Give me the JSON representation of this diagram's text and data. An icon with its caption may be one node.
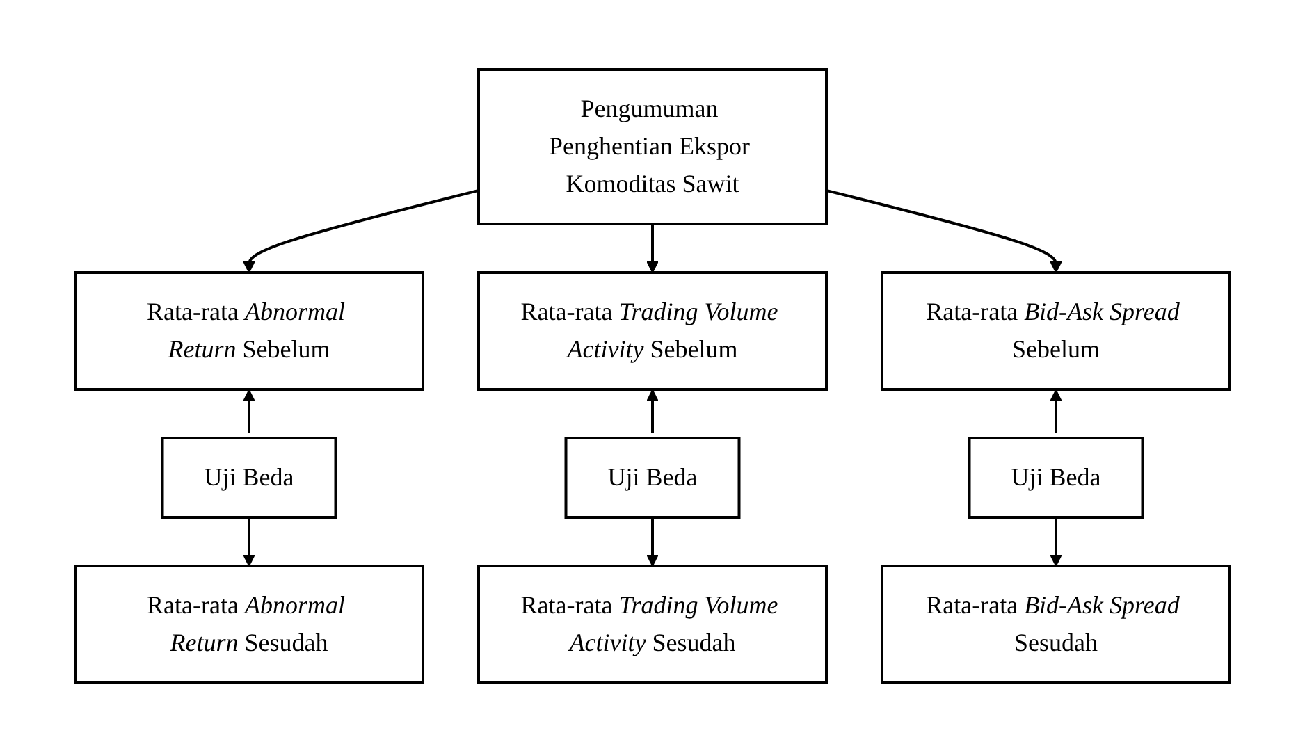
{
  "diagram": {
    "nodes": [
      {
        "text": [
          "Pengumuman Penghentian Ekspor Komoditas Sawit"
        ]
      },
      {
        "text": [
          "Rata-rata *Abnormal Return* Sebelum"
        ]
      },
      {
        "text": [
          "Rata-rata *Trading Volume Activity* Sebelum"
        ]
      },
      {
        "text": [
          "Rata-rata *Bid-Ask Spread* Sebelum"
        ]
      },
      {
        "text": [
          "Uji Beda"
        ]
      },
      {
        "text": [
          "Uji Beda"
        ]
      },
      {
        "text": [
          "Uji Beda"
        ]
      },
      {
        "text": [
          "Rata-rata *Abnormal Return* Sesudah"
        ]
      },
      {
        "text": [
          "Rata-rata *Trading Volume Activity* Sesudah"
        ]
      },
      {
        "text": [
          "Rata-rata *Bid-Ask Spread* Sesudah"
        ]
      }
    ],
    "edges": [
      {
        "from": 0,
        "to": 1,
        "arrow": "to"
      },
      {
        "from": 0,
        "to": 2,
        "arrow": "to"
      },
      {
        "from": 0,
        "to": 3,
        "arrow": "to"
      },
      {
        "from": 4,
        "to": 1,
        "arrow": "to"
      },
      {
        "from": 4,
        "to": 7,
        "arrow": "to"
      },
      {
        "from": 5,
        "to": 2,
        "arrow": "to"
      },
      {
        "from": 5,
        "to": 8,
        "arrow": "to"
      },
      {
        "from": 6,
        "to": 3,
        "arrow": "to"
      },
      {
        "from": 6,
        "to": 9,
        "arrow": "to"
      }
    ]
  }
}
